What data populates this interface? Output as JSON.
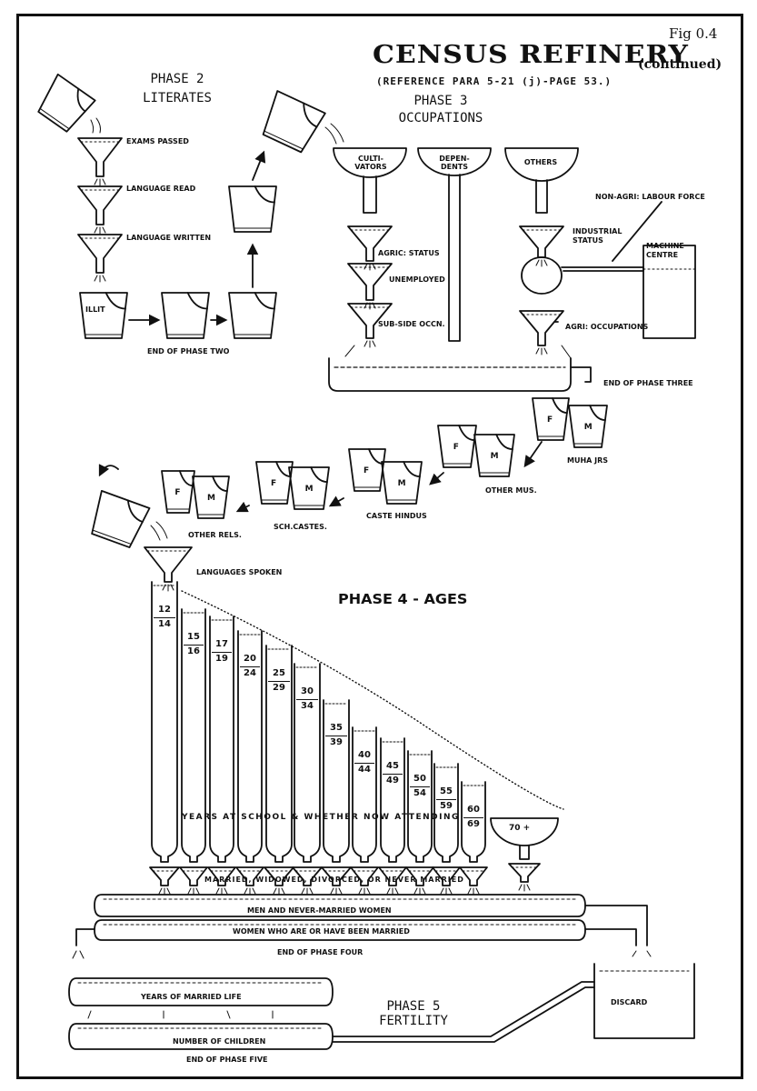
{
  "figure_number": "Fig 0.4",
  "title": "CENSUS REFINERY",
  "title_suffix": "(continued)",
  "reference": "(REFERENCE PARA 5-21 (j)-PAGE 53.)",
  "phase2": {
    "heading_line1": "PHASE 2",
    "heading_line2": "LITERATES",
    "funnels": [
      "EXAMS PASSED",
      "LANGUAGE READ",
      "LANGUAGE WRITTEN"
    ],
    "bucket_label": "ILLIT",
    "end_label": "END OF PHASE TWO"
  },
  "phase3": {
    "heading_line1": "PHASE 3",
    "heading_line2": "OCCUPATIONS",
    "hoppers": [
      "CULTI-\nVATORS",
      "DEPEN-\nDENTS",
      "OTHERS"
    ],
    "funnels_left": [
      "AGRIC: STATUS",
      "UNEMPLOYED",
      "SUB-SIDE OCCN."
    ],
    "industrial_status": "INDUSTRIAL\nSTATUS",
    "labour_force": "NON-AGRI: LABOUR FORCE",
    "machine_centre": "MACHINE\nCENTRE",
    "agri_occupations": "AGRI: OCCUPATIONS",
    "end_label": "END OF PHASE THREE"
  },
  "communities": {
    "pair_labels": {
      "female": "F",
      "male": "M"
    },
    "groups": [
      "MUHA JRS",
      "OTHER MUS.",
      "CASTE HINDUS",
      "SCH.CASTES.",
      "OTHER RELS."
    ],
    "languages_spoken": "LANGUAGES SPOKEN"
  },
  "phase4": {
    "heading": "PHASE 4 - AGES",
    "age_groups": [
      {
        "top": "12",
        "bottom": "14"
      },
      {
        "top": "15",
        "bottom": "16"
      },
      {
        "top": "17",
        "bottom": "19"
      },
      {
        "top": "20",
        "bottom": "24"
      },
      {
        "top": "25",
        "bottom": "29"
      },
      {
        "top": "30",
        "bottom": "34"
      },
      {
        "top": "35",
        "bottom": "39"
      },
      {
        "top": "40",
        "bottom": "44"
      },
      {
        "top": "45",
        "bottom": "49"
      },
      {
        "top": "50",
        "bottom": "54"
      },
      {
        "top": "55",
        "bottom": "59"
      },
      {
        "top": "60",
        "bottom": "69"
      }
    ],
    "last_age_group": "70 +",
    "school_line": "YEARS AT SCHOOL & WHETHER NOW ATTENDING",
    "marital_line": "MARRIED, WIDOWED, DIVORCED, OR NEVER MARRIED",
    "tank_upper": "MEN AND NEVER-MARRIED WOMEN",
    "tank_lower": "WOMEN WHO ARE OR HAVE BEEN MARRIED",
    "end_label": "END OF PHASE FOUR"
  },
  "phase5": {
    "heading_line1": "PHASE 5",
    "heading_line2": "FERTILITY",
    "tank_upper": "YEARS OF MARRIED LIFE",
    "tank_lower": "NUMBER OF CHILDREN",
    "discard": "DISCARD",
    "end_label": "END OF PHASE FIVE"
  },
  "colors": {
    "ink": "#111111",
    "paper": "#ffffff"
  }
}
